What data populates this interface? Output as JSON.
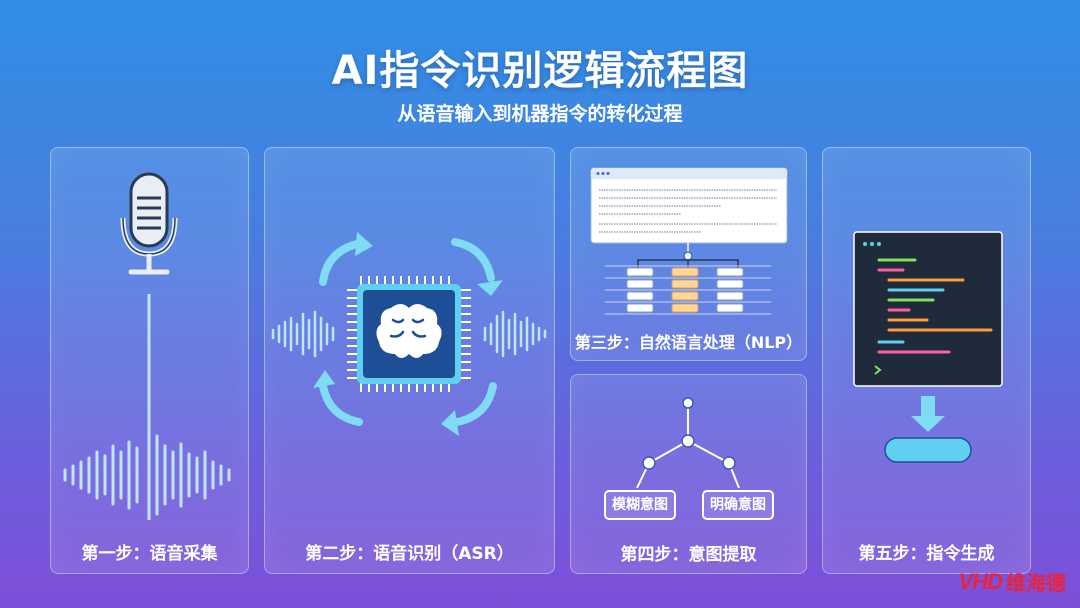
{
  "header": {
    "title": "AI指令识别逻辑流程图",
    "subtitle": "从语音输入到机器指令的转化过程"
  },
  "steps": [
    {
      "label": "第一步：语音采集"
    },
    {
      "label": "第二步：语音识别（ASR）"
    },
    {
      "label": "第三步：自然语言处理（NLP）"
    },
    {
      "label": "第四步：意图提取"
    },
    {
      "label": "第五步：指令生成"
    }
  ],
  "intent_tree": {
    "left_leaf": "模糊意图",
    "right_leaf": "明确意图"
  },
  "logo": {
    "latin": "VHD",
    "chinese": "维海德"
  },
  "colors": {
    "accent_cyan": "#5fd0f0",
    "chip_blue": "#1e4f96",
    "logo_red": "#e8233b",
    "code_bg": "#1f2a3a"
  },
  "icons": [
    "microphone-icon",
    "sound-wave-icon",
    "brain-chip-icon",
    "cycle-arrows-icon",
    "document-icon",
    "tree-icon",
    "code-editor-icon",
    "download-arrow-icon"
  ]
}
